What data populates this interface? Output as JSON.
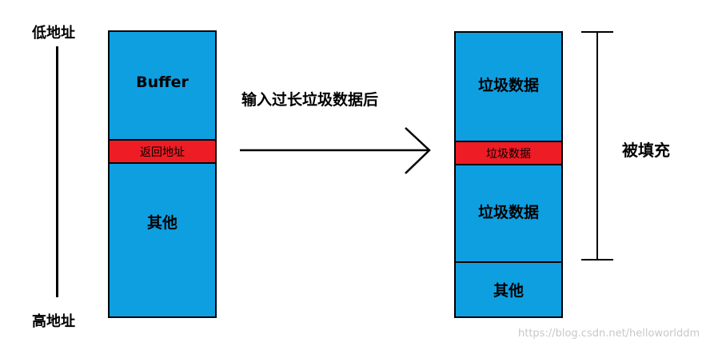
{
  "address_axis": {
    "low_label": "低地址",
    "high_label": "高地址"
  },
  "left_stack": {
    "buffer_label": "Buffer",
    "return_address_label": "返回地址",
    "other_label": "其他"
  },
  "transition": {
    "label": "输入过长垃圾数据后"
  },
  "right_stack": {
    "garbage_top_label": "垃圾数据",
    "garbage_mid_label": "垃圾数据",
    "garbage_low_label": "垃圾数据",
    "other_label": "其他"
  },
  "fill_bracket": {
    "label": "被填充"
  },
  "colors": {
    "block_blue": "#0e9fe0",
    "return_red": "#ee1c24",
    "outline": "#000000"
  },
  "watermark": "https://blog.csdn.net/helloworlddm"
}
